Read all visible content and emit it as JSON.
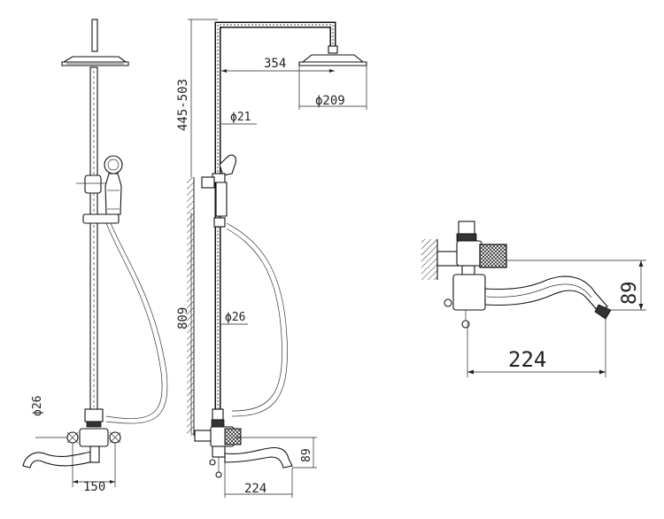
{
  "dimensions": {
    "riser_height": "445-503",
    "arm_length": "354",
    "head_diameter": "ϕ209",
    "arm_pipe_diameter": "ϕ21",
    "rail_pipe_diameter": "ϕ26",
    "rail_length": "809",
    "front_pipe_diameter": "ϕ26",
    "front_center_distance": "150",
    "side_spout_length": "224",
    "side_spout_height": "89",
    "detail_spout_length": "224",
    "detail_spout_height": "89"
  },
  "colors": {
    "line": "#222222",
    "hatch": "#333333",
    "background": "#ffffff"
  }
}
